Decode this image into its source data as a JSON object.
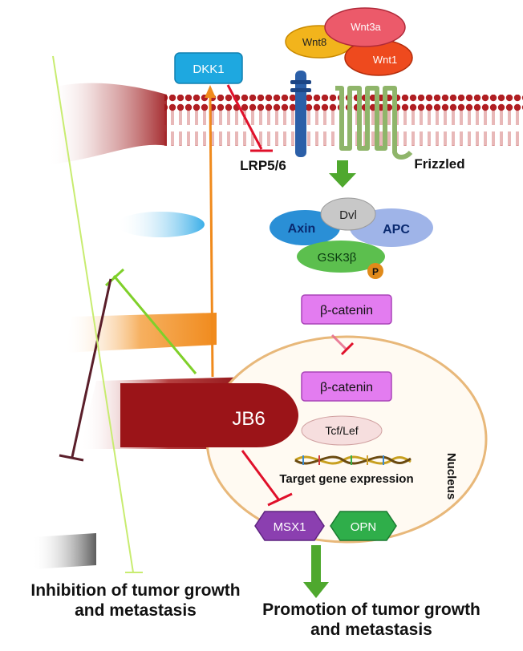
{
  "nodes": {
    "wnt3a": "Wnt3a",
    "wnt8": "Wnt8",
    "wnt1": "Wnt1",
    "dkk1": "DKK1",
    "lrp": "LRP5/6",
    "frizzled": "Frizzled",
    "dvl": "Dvl",
    "axin": "Axin",
    "apc": "APC",
    "gsk3b": "GSK3β",
    "p": "P",
    "bcat_cyto": "β-catenin",
    "bcat_nuc": "β-catenin",
    "tcf": "Tcf/Lef",
    "target": "Target gene expression",
    "nucleus": "Nucleus",
    "jb6": "JB6",
    "msx1": "MSX1",
    "opn": "OPN"
  },
  "captions": {
    "inhibition": "Inhibition of tumor growth and metastasis",
    "promotion": "Promotion of tumor growth and metastasis"
  },
  "colors": {
    "membrane": "#b01e22",
    "dkk1": "#1ea8e0",
    "frizzled": "#8fb56a",
    "lrp": "#2b5fa8",
    "axin": "#2a8fd6",
    "apc": "#9fb4e8",
    "gsk": "#5cbf4e",
    "catenin": "#e37cf0",
    "msx1": "#8b3fb0",
    "opn": "#2fae4a",
    "jb6": "#9b1418",
    "nucleus_border": "#e8b87a",
    "arrow_green": "#4fa82e",
    "arrow_orange": "#f08a1c",
    "inhibit_red": "#e0102a",
    "inhibit_lime": "#7fd02a",
    "inhibit_dark": "#5a1e2a"
  }
}
